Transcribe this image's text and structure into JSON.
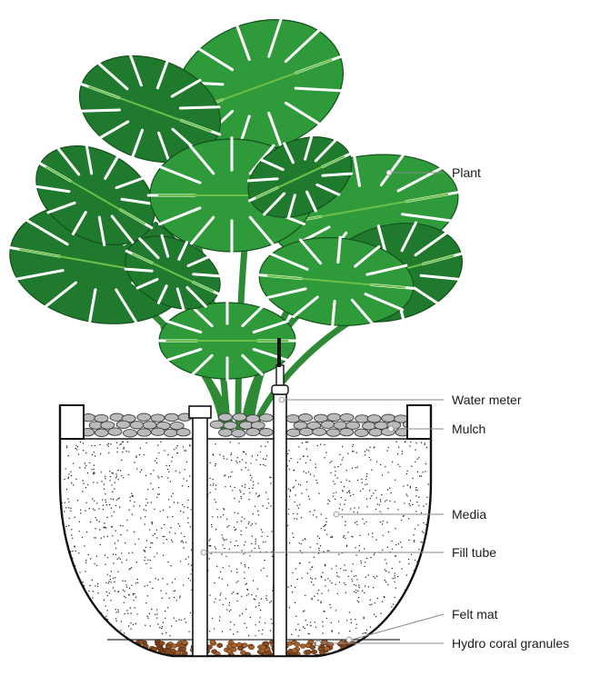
{
  "diagram": {
    "labels": {
      "plant": "Plant",
      "water_meter": "Water meter",
      "mulch": "Mulch",
      "media": "Media",
      "fill_tube": "Fill tube",
      "felt_mat": "Felt mat",
      "granules": "Hydro coral granules"
    },
    "colors": {
      "leaf_dark": "#1f7a2e",
      "leaf_mid": "#2f9a3a",
      "leaf_light": "#6cc04a",
      "pot_outline": "#111111",
      "media_fill": "#ffffff",
      "media_speck": "#222222",
      "pebble": "#b9bbbd",
      "granule": "#8a4a1f",
      "label_text": "#1a1a1a",
      "leader": "#8a8a8a"
    }
  }
}
